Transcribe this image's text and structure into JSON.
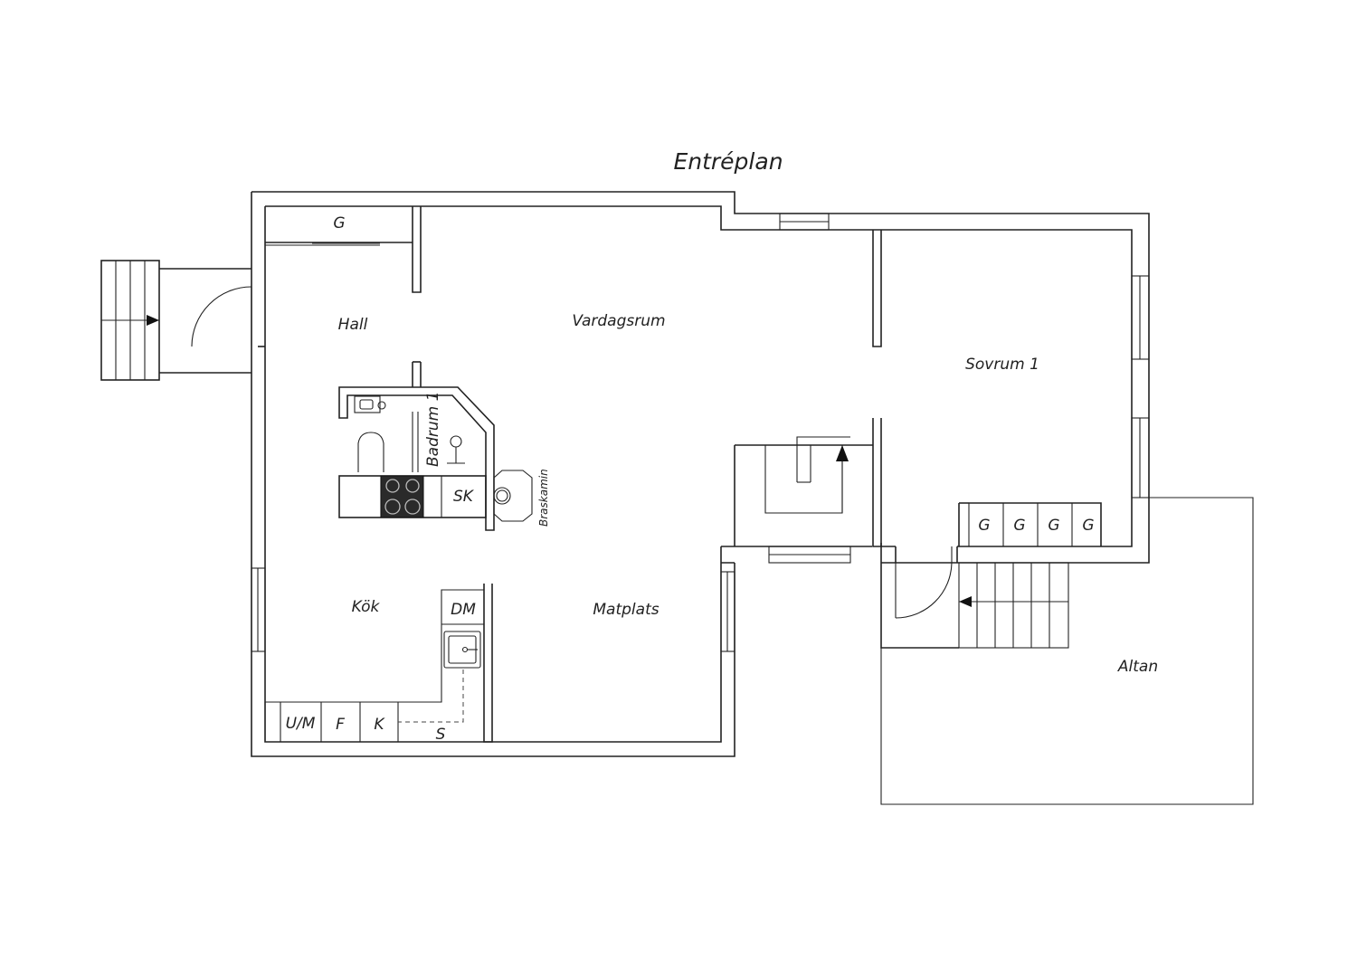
{
  "title": "Entréplan",
  "rooms": {
    "hall": "Hall",
    "vardagsrum": "Vardagsrum",
    "sovrum": "Sovrum 1",
    "badrum": "Badrum 1",
    "braskamin": "Braskamin",
    "kok": "Kök",
    "matplats": "Matplats",
    "altan": "Altan"
  },
  "fixtures": {
    "garderob_hall": "G",
    "sk": "SK",
    "dm": "DM",
    "um": "U/M",
    "f": "F",
    "k": "K",
    "s": "S",
    "garderober_sovrum": [
      "G",
      "G",
      "G",
      "G"
    ]
  },
  "colors": {
    "line": "#222222",
    "background": "#ffffff",
    "hob": "#2a2a2a"
  }
}
